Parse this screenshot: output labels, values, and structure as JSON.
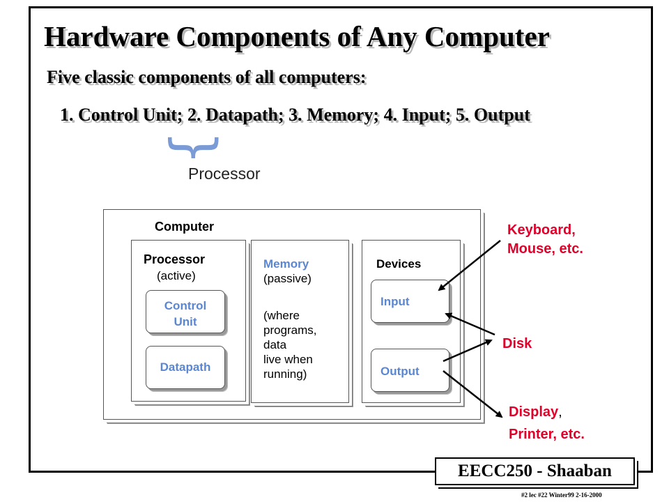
{
  "slide": {
    "title": "Hardware Components of Any Computer",
    "subtitle": "Five classic components of all computers:",
    "list": "1. Control Unit; 2. Datapath; 3. Memory; 4. Input; 5. Output",
    "brace_label": "Processor"
  },
  "diagram": {
    "computer_label": "Computer",
    "processor": {
      "title": "Processor",
      "subtitle": "(active)"
    },
    "control_unit": {
      "line1": "Control",
      "line2": "Unit"
    },
    "datapath": "Datapath",
    "memory": {
      "title": "Memory",
      "lines": [
        "(passive)",
        "",
        "(where",
        "programs,",
        "data",
        "live when",
        "running)"
      ]
    },
    "devices": {
      "title": "Devices",
      "input": "Input",
      "output": "Output"
    }
  },
  "external": {
    "keyboard": {
      "line1": "Keyboard,",
      "line2": "Mouse, etc."
    },
    "disk": "Disk",
    "display": {
      "line1_a": "Display",
      "line1_b": ",",
      "line2": "Printer, etc."
    }
  },
  "footer": {
    "badge": "EECC250 - Shaaban",
    "note": "#2   lec #22   Winter99  2-16-2000"
  },
  "colors": {
    "accent_blue": "#5a86d2",
    "accent_red": "#e0002a",
    "brace": "#7b9bd6"
  }
}
